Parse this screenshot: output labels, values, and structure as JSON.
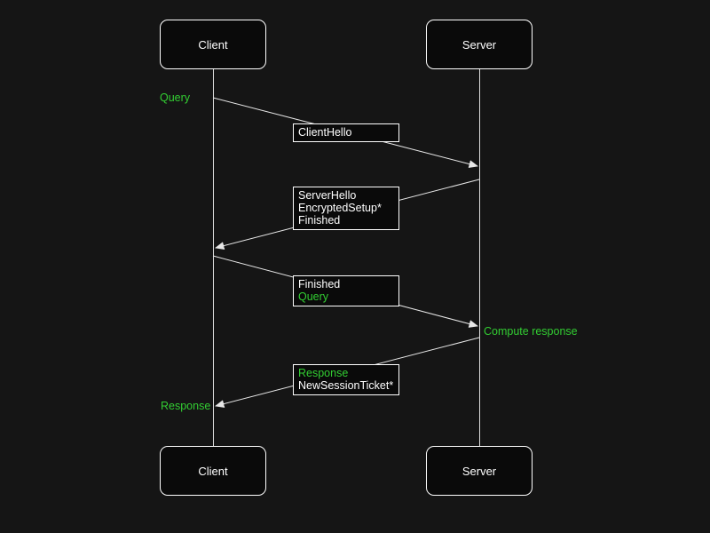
{
  "diagram": {
    "type": "sequence",
    "actors": {
      "client": "Client",
      "server": "Server"
    },
    "annotations": {
      "query": "Query",
      "compute_response": "Compute response",
      "response": "Response"
    },
    "messages": [
      {
        "from": "Client",
        "to": "Server",
        "lines": [
          {
            "text": "ClientHello",
            "color": "white"
          }
        ]
      },
      {
        "from": "Server",
        "to": "Client",
        "lines": [
          {
            "text": "ServerHello",
            "color": "white"
          },
          {
            "text": "EncryptedSetup*",
            "color": "white"
          },
          {
            "text": "Finished",
            "color": "white"
          }
        ]
      },
      {
        "from": "Client",
        "to": "Server",
        "lines": [
          {
            "text": "Finished",
            "color": "white"
          },
          {
            "text": "Query",
            "color": "green"
          }
        ]
      },
      {
        "from": "Server",
        "to": "Client",
        "lines": [
          {
            "text": "Response",
            "color": "green"
          },
          {
            "text": "NewSessionTicket*",
            "color": "white"
          }
        ]
      }
    ],
    "colors": {
      "background": "#151515",
      "box_fill": "#0a0a0a",
      "box_border": "#ffffff",
      "line": "#e8e8e8",
      "text_white": "#ffffff",
      "text_green": "#32cd32"
    }
  }
}
